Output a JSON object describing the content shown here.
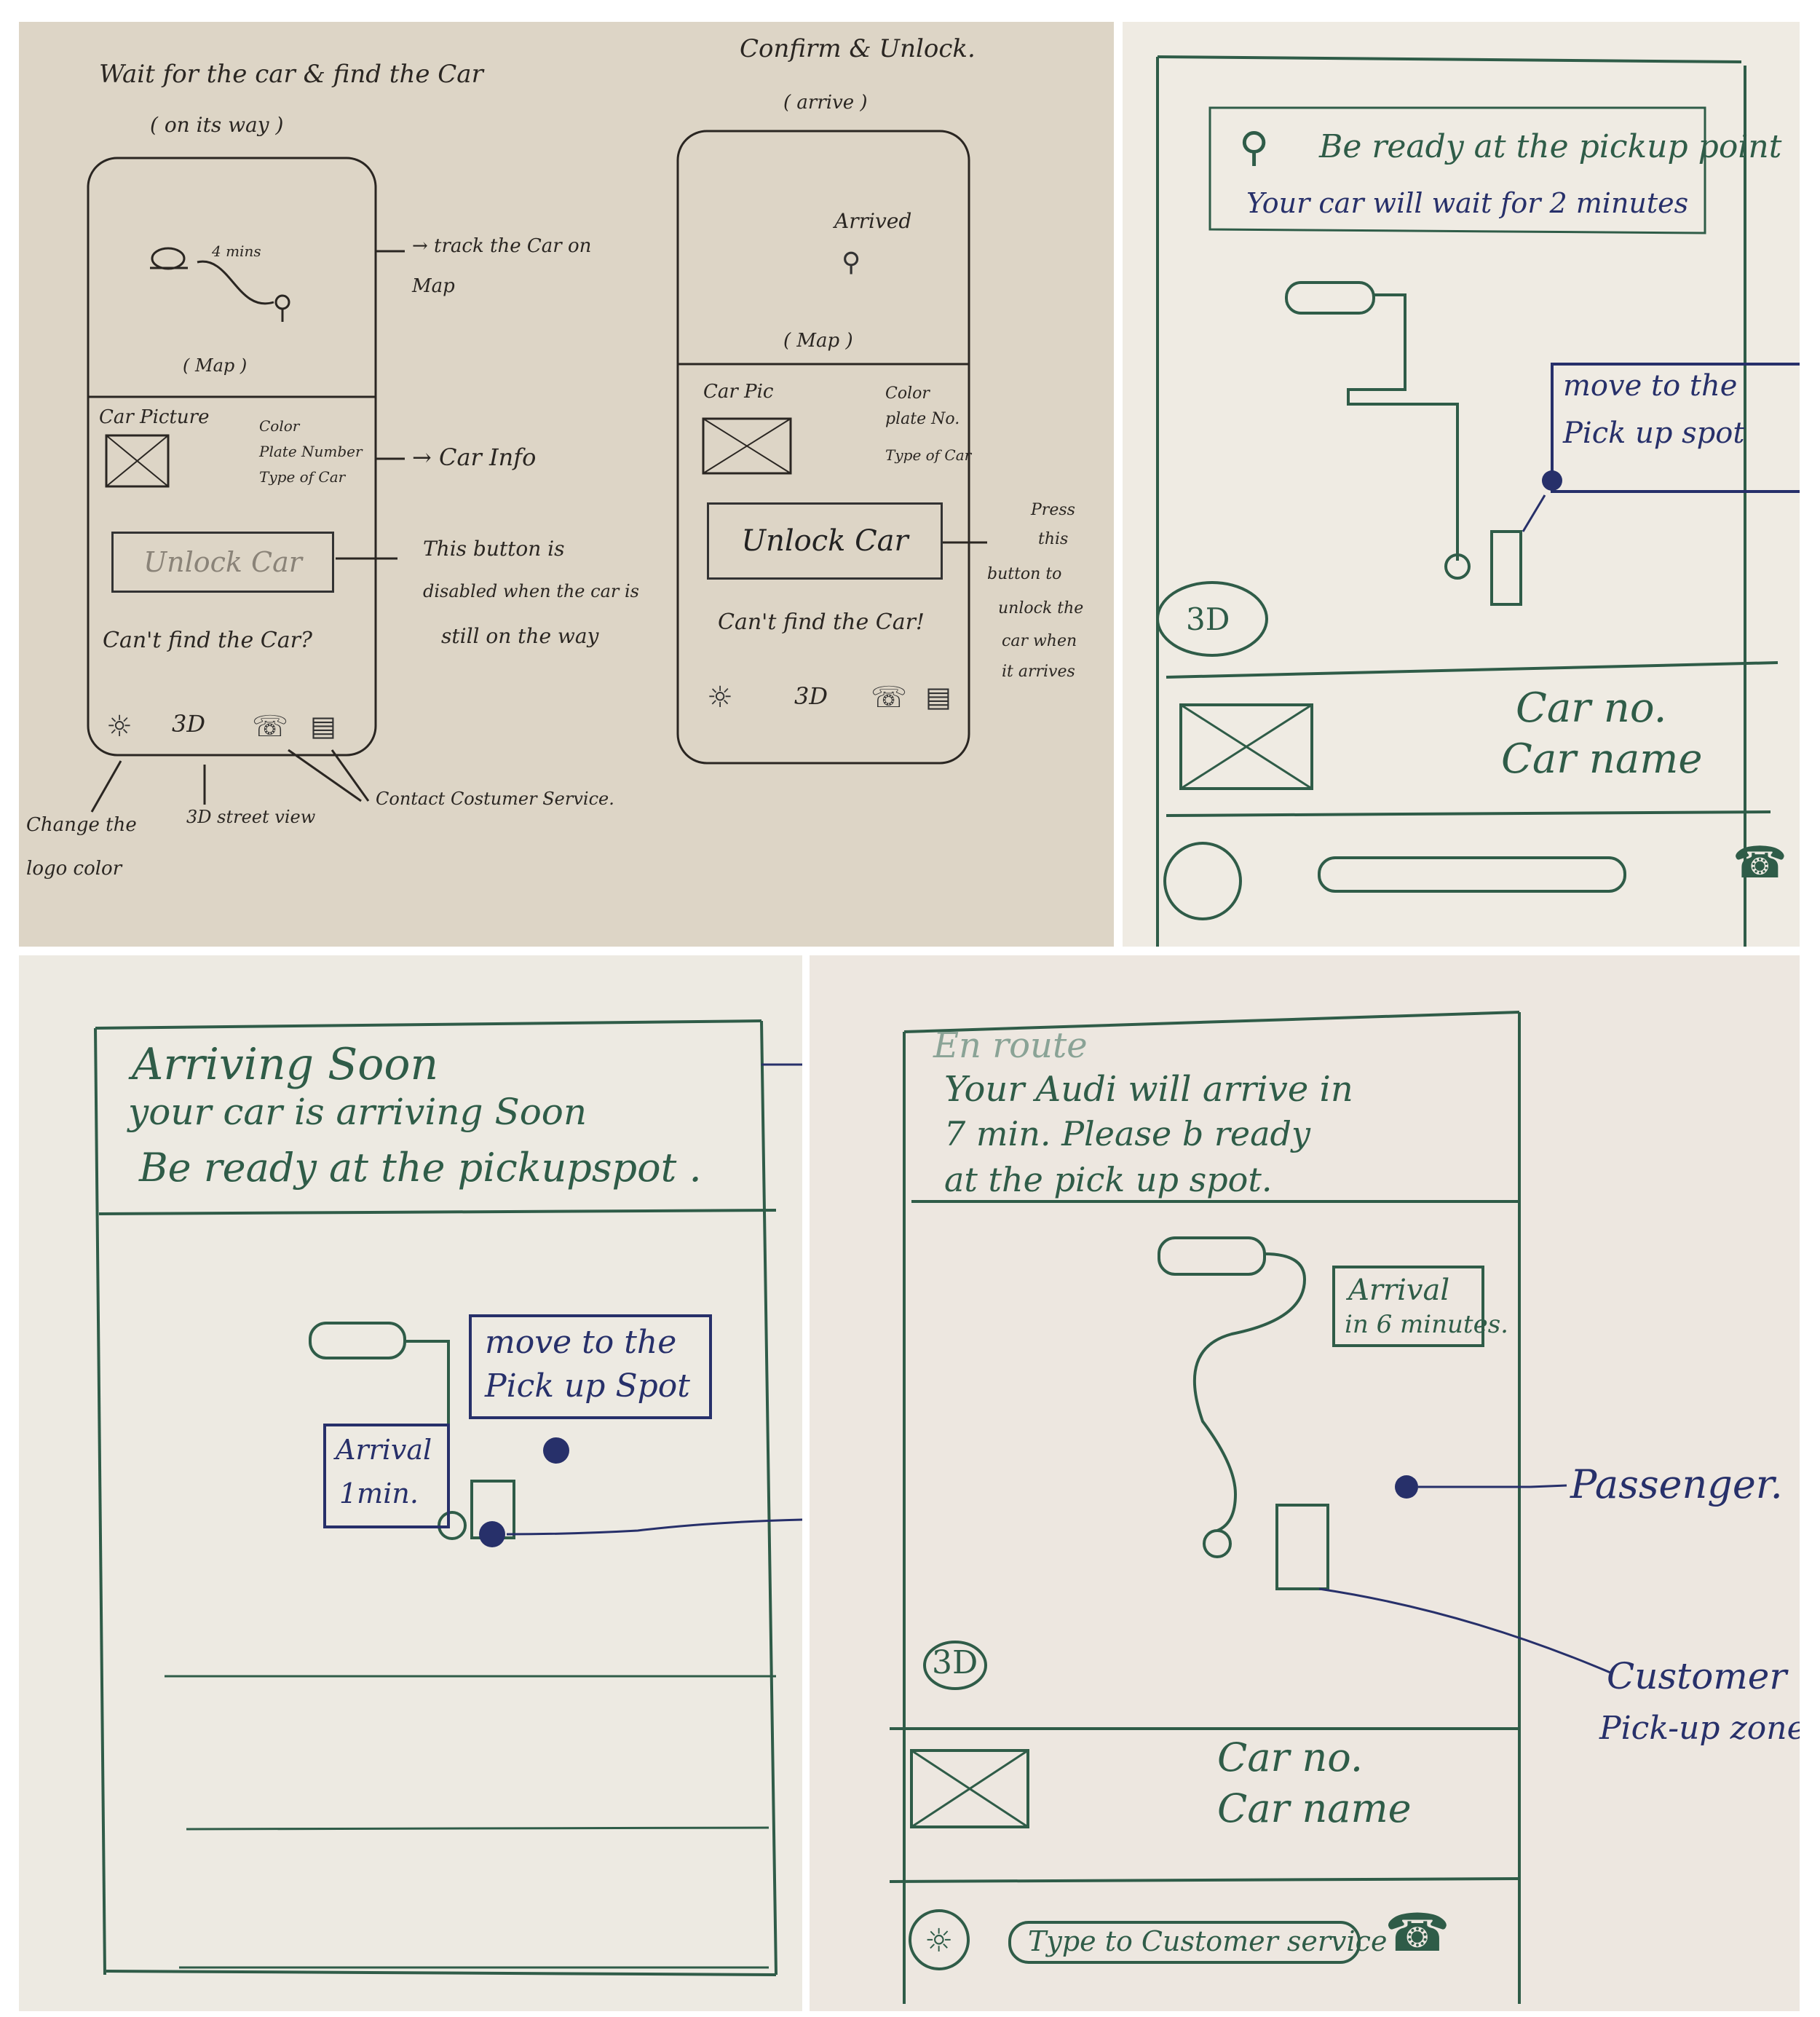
{
  "sketch1": {
    "title": "Wait for the car & find the Car",
    "subtitle": "( on its way )",
    "phone": {
      "map_distance": "4 mins",
      "map_label": "( Map )",
      "car_picture_label": "Car Picture",
      "car_info_lines": [
        "Color",
        "Plate Number",
        "Type of Car"
      ],
      "unlock_button": "Unlock Car",
      "cant_find": "Can't find the Car?",
      "toolbar": [
        "logo-icon",
        "3D",
        "phone-icon",
        "notes-icon"
      ]
    },
    "annotations": {
      "track": [
        "→ track the Car on",
        "Map"
      ],
      "car_info": "→ Car Info",
      "disabled": [
        "This button is",
        "disabled when the car is",
        "still on the way"
      ],
      "logo": [
        "Change the",
        "logo color"
      ],
      "street_view": "3D street view",
      "contact": "Contact Costumer Service."
    }
  },
  "sketch2": {
    "title": "Confirm & Unlock.",
    "subtitle": "( arrive )",
    "phone": {
      "arrived": "Arrived",
      "map_label": "( Map )",
      "car_pic_label": "Car Pic",
      "car_info_lines": [
        "Color",
        "plate No.",
        "Type of Car"
      ],
      "unlock_button": "Unlock Car",
      "cant_find": "Can't find the Car!",
      "toolbar": [
        "logo-icon",
        "3D",
        "phone-icon",
        "notes-icon"
      ]
    },
    "annotation": [
      "Press",
      "this",
      "button to",
      "unlock the",
      "car when",
      "it arrives"
    ]
  },
  "sketch3": {
    "banner_line1": "Be ready at the pickup point",
    "banner_line2": "Your car will wait for 2 minutes",
    "callout": [
      "move to the",
      "Pick up spot"
    ],
    "btn_3d": "3D",
    "car_no": "Car no.",
    "car_name": "Car name"
  },
  "sketch4": {
    "title": "Arriving Soon",
    "line1": "your car is arriving Soon",
    "line2": "Be ready at the pickupspot .",
    "callout": [
      "move to the",
      "Pick up Spot"
    ],
    "arrival": [
      "Arrival",
      "1min."
    ]
  },
  "sketch5": {
    "title": "En route",
    "message": [
      "Your Audi will arrive in",
      "7 min. Please b ready",
      "at the pick up spot."
    ],
    "arrival": [
      "Arrival",
      "in 6 minutes."
    ],
    "passenger_label": "Passenger.",
    "zone_label": [
      "Customer",
      "Pick-up zone."
    ],
    "btn_3d": "3D",
    "car_no": "Car no.",
    "car_name": "Car name",
    "input_placeholder": "Type to Customer service"
  },
  "colors": {
    "pencil": "#2a2622",
    "green_pen": "#2f5c48",
    "blue_pen": "#27306a"
  }
}
